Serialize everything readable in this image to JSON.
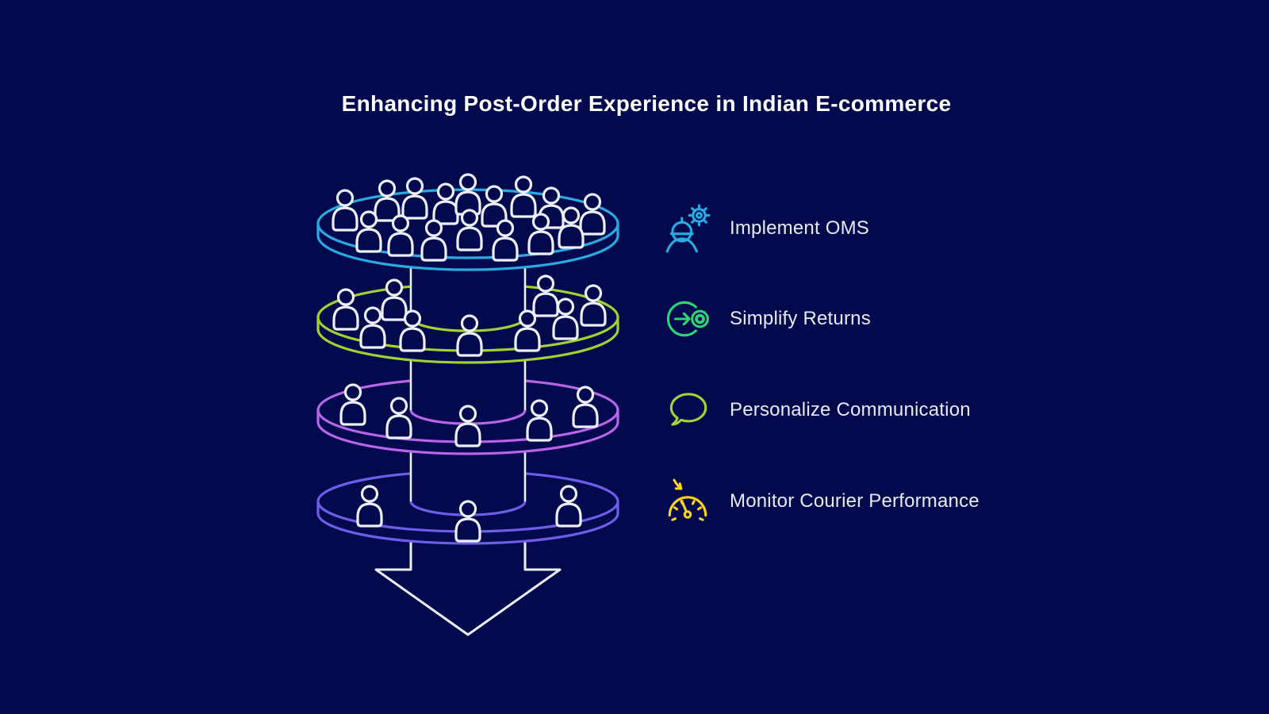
{
  "background_color": "#03094d",
  "title": {
    "text": "Enhancing Post-Order Experience in Indian E-commerce",
    "color": "#ffffff"
  },
  "funnel": {
    "white_color": "#edeff7",
    "levels": [
      {
        "id": "audience-level-1",
        "color": "#29abe2",
        "people_count": 16
      },
      {
        "id": "audience-level-2",
        "color": "#9ed332",
        "people_count": 9
      },
      {
        "id": "audience-level-3",
        "color": "#b965e9",
        "people_count": 5
      },
      {
        "id": "audience-level-4",
        "color": "#6f5ce8",
        "people_count": 3
      }
    ],
    "arrow": {
      "direction": "down",
      "color": "#edeff7"
    }
  },
  "legend": {
    "text_color": "#e9eaf2",
    "items": [
      {
        "label": "Implement OMS",
        "icon": "worker-gear-icon",
        "color": "#29abe2"
      },
      {
        "label": "Simplify Returns",
        "icon": "circle-arrow-target-icon",
        "color": "#2ed573"
      },
      {
        "label": "Personalize Communication",
        "icon": "speech-bubble-icon",
        "color": "#a5d436"
      },
      {
        "label": "Monitor Courier Performance",
        "icon": "gauge-arrow-icon",
        "color": "#fdd31b"
      }
    ]
  }
}
